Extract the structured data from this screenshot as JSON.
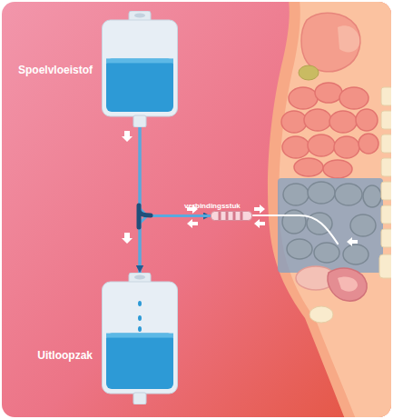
{
  "diagram": {
    "nodes": [
      {
        "text": [
          "Spoelvloeistof"
        ]
      },
      {
        "text": [
          "verbindingsstuk"
        ]
      },
      {
        "text": [
          "Uitloopzak"
        ]
      }
    ],
    "edges": [
      {
        "from": 0,
        "to": 2,
        "arrow": "to"
      },
      {
        "from": 0,
        "to": 1,
        "arrow": "to"
      },
      {
        "from": 1,
        "to": 2,
        "arrow": "to"
      }
    ]
  }
}
